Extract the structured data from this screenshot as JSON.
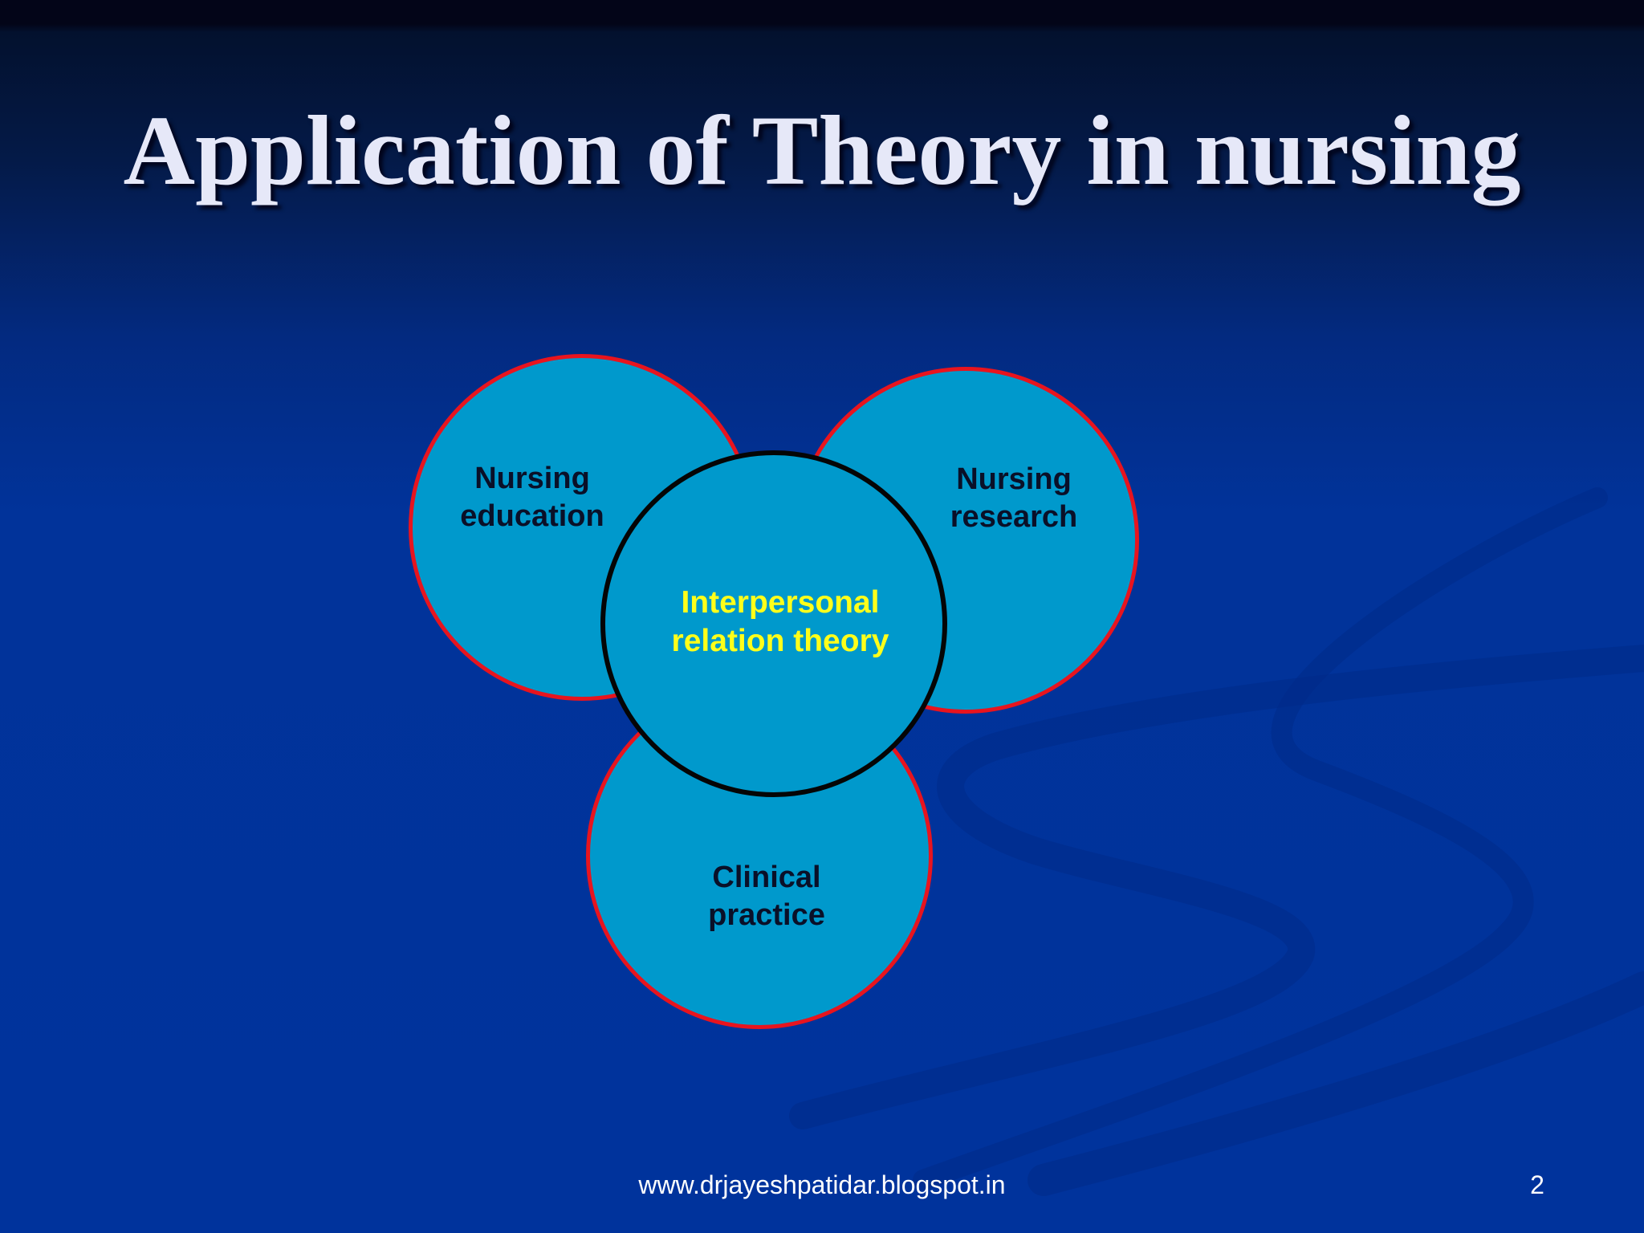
{
  "slide": {
    "title": "Application of Theory in nursing",
    "page_number": "2",
    "footer_url": "www.drjayeshpatidar.blogspot.in"
  },
  "diagram": {
    "center": {
      "line1": "Interpersonal",
      "line2": "relation theory"
    },
    "outer": [
      {
        "line1": "Nursing",
        "line2": "education"
      },
      {
        "line1": "Nursing",
        "line2": "research"
      },
      {
        "line1": "Clinical",
        "line2": "practice"
      }
    ]
  },
  "colors": {
    "background_top": "#030518",
    "background_main": "#00339C",
    "circle_fill": "#0099CC",
    "outer_stroke": "#E8141E",
    "center_stroke": "#050505",
    "center_text": "#FFFF1A",
    "outer_text": "#0A1028",
    "title_text": "#E6E8F8"
  }
}
